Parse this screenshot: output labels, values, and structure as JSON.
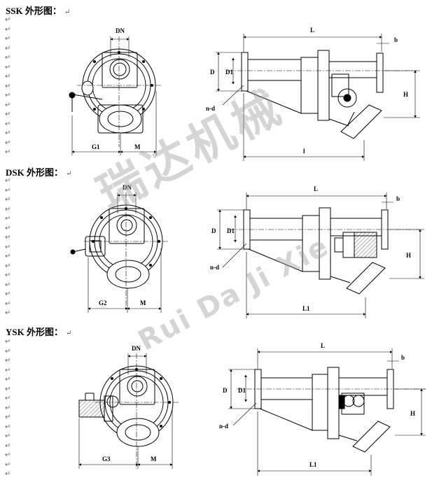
{
  "sections": [
    {
      "title": "SSK 外形图：",
      "return_mark": "↵"
    },
    {
      "title": "DSK 外形图：",
      "return_mark": "↵"
    },
    {
      "title": "YSK 外形图：",
      "return_mark": "↵"
    }
  ],
  "dims": {
    "dn": "DN",
    "l": "L",
    "b": "b",
    "d": "D",
    "d1": "D1",
    "nd": "n-d",
    "h": "H",
    "g1": "G1",
    "g2": "G2",
    "g3": "G3",
    "m": "M",
    "l1_ssk": "l",
    "l1": "L1"
  },
  "watermark": {
    "cn": "瑞达机械",
    "en": "Rui Da Ji Xie"
  },
  "colors": {
    "ink": "#000000",
    "watermark": "#969696"
  }
}
